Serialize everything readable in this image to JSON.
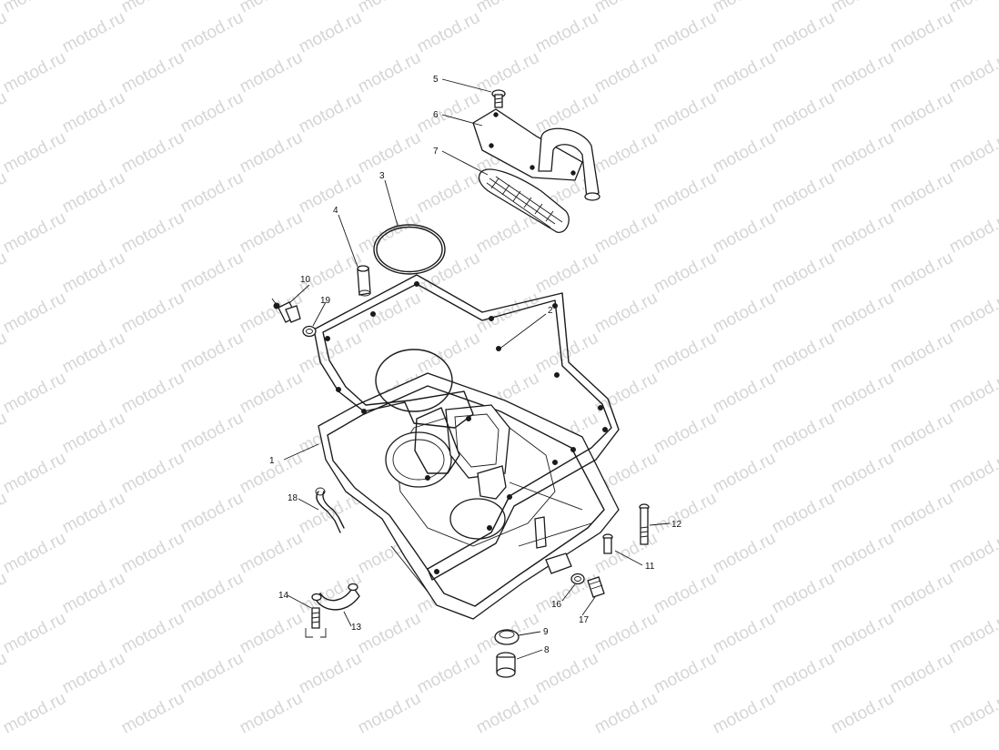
{
  "watermark": {
    "text": "motod.ru"
  },
  "colors": {
    "line": "#1a1a1a",
    "watermark": "#d6d6d6",
    "background": "#ffffff"
  },
  "callouts": [
    {
      "id": "callout-1",
      "label": "1"
    },
    {
      "id": "callout-2",
      "label": "2"
    },
    {
      "id": "callout-3",
      "label": "3"
    },
    {
      "id": "callout-4",
      "label": "4"
    },
    {
      "id": "callout-5",
      "label": "5"
    },
    {
      "id": "callout-6",
      "label": "6"
    },
    {
      "id": "callout-7",
      "label": "7"
    },
    {
      "id": "callout-8",
      "label": "8"
    },
    {
      "id": "callout-9",
      "label": "9"
    },
    {
      "id": "callout-10",
      "label": "10"
    },
    {
      "id": "callout-11",
      "label": "11"
    },
    {
      "id": "callout-12",
      "label": "12"
    },
    {
      "id": "callout-13",
      "label": "13"
    },
    {
      "id": "callout-14",
      "label": "14"
    },
    {
      "id": "callout-16",
      "label": "16"
    },
    {
      "id": "callout-17",
      "label": "17"
    },
    {
      "id": "callout-18",
      "label": "18"
    },
    {
      "id": "callout-19",
      "label": "19"
    }
  ]
}
